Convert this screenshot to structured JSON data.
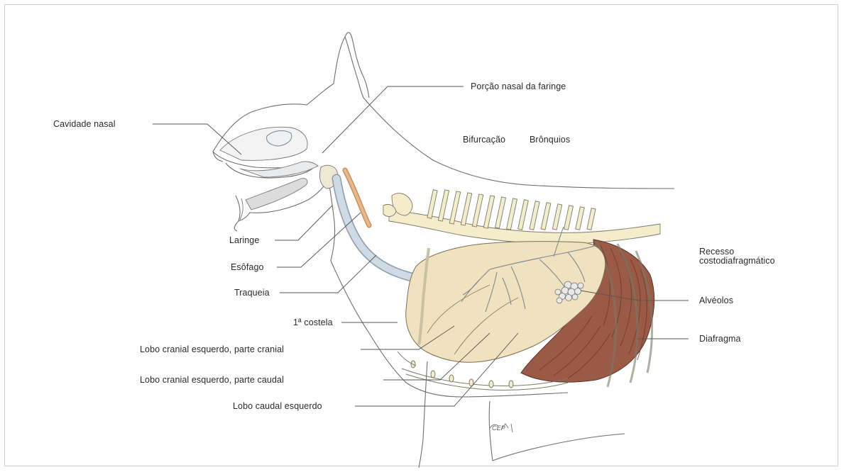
{
  "labels": {
    "cavidade_nasal": "Cavidade nasal",
    "porcao_nasal": "Porção nasal da faringe",
    "bifurcacao": "Bifurcação",
    "bronquios": "Brônquios",
    "laringe": "Laringe",
    "esofago": "Esôfago",
    "traqueia": "Traqueia",
    "costela": "1ª costela",
    "lobo_cranial_cranial": "Lobo cranial esquerdo, parte cranial",
    "lobo_cranial_caudal": "Lobo cranial esquerdo, parte caudal",
    "lobo_caudal": "Lobo caudal esquerdo",
    "recesso_1": "Recesso",
    "recesso_2": "costodiafragmático",
    "alveolos": "Alvéolos",
    "diafragma": "Diafragma",
    "signature": "CEP"
  },
  "colors": {
    "lung": "#f1e2bf",
    "diaphragm": "#9a5a45",
    "trachea": "#b8c8d4",
    "esophagus": "#d8a878",
    "bone": "#f4eccb",
    "outline": "#6e6e6e"
  }
}
